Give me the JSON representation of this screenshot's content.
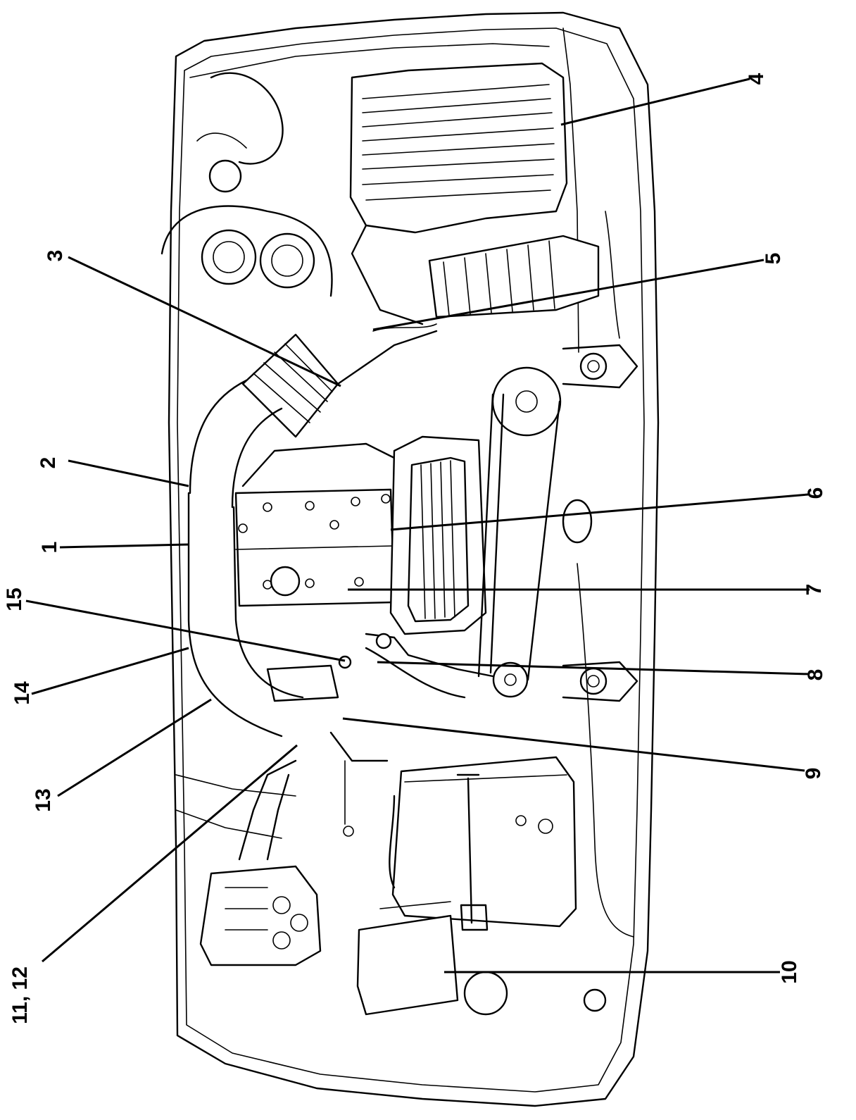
{
  "callouts": {
    "c1": "1",
    "c2": "2",
    "c3": "3",
    "c4": "4",
    "c5": "5",
    "c6": "6",
    "c7": "7",
    "c8": "8",
    "c9": "9",
    "c10": "10",
    "c11_12": "11, 12",
    "c13": "13",
    "c14": "14",
    "c15": "15"
  }
}
